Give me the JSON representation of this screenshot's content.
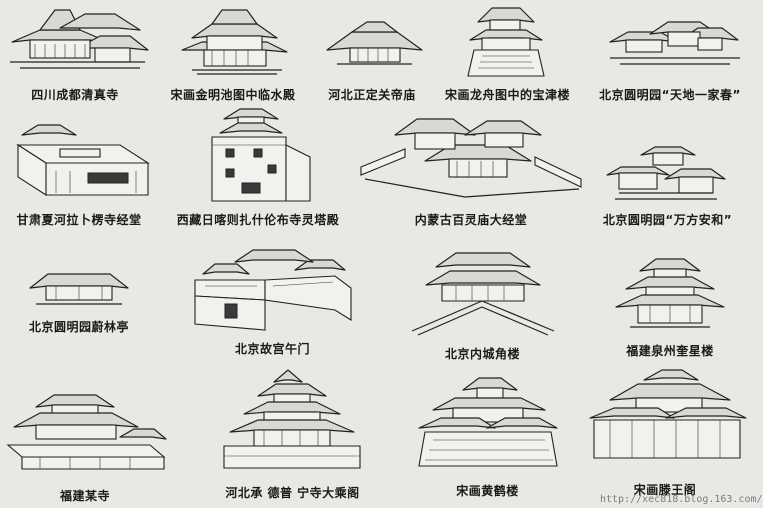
{
  "figures": [
    {
      "key": "sichuan_mosque",
      "label": "四川成都清真寺",
      "icon": "pavilion-cluster-icon"
    },
    {
      "key": "song_linshui",
      "label": "宋画金明池图中临水殿",
      "icon": "waterside-hall-icon"
    },
    {
      "key": "hebei_guandi",
      "label": "河北正定关帝庙",
      "icon": "temple-hall-icon"
    },
    {
      "key": "song_baojin",
      "label": "宋画龙舟图中的宝津楼",
      "icon": "tower-gate-icon"
    },
    {
      "key": "yuanmingyuan_tiandi",
      "label": "北京圆明园“天地一家春”",
      "icon": "courtyard-complex-icon"
    },
    {
      "key": "gansu_labrang",
      "label": "甘肃夏河拉卜楞寺经堂",
      "icon": "sutra-hall-icon"
    },
    {
      "key": "tibet_tashilhunpo",
      "label": "西藏日喀则扎什伦布寺灵塔殿",
      "icon": "stupa-hall-icon"
    },
    {
      "key": "inner_mongolia_wudangzhao",
      "label": "内蒙古百灵庙大经堂",
      "icon": "grand-hall-icon"
    },
    {
      "key": "yuanmingyuan_wanfang",
      "label": "北京圆明园“万方安和”",
      "icon": "swastika-pavilion-icon"
    },
    {
      "key": "yuanmingyuan_weilin",
      "label": "北京圆明园蔚林亭",
      "icon": "small-pavilion-icon"
    },
    {
      "key": "beijing_wumen",
      "label": "北京故宫午门",
      "icon": "meridian-gate-icon"
    },
    {
      "key": "beijing_jiaolou",
      "label": "北京内城角楼",
      "icon": "corner-tower-icon"
    },
    {
      "key": "fujian_kuixing",
      "label": "福建泉州奎星楼",
      "icon": "multi-tier-tower-icon"
    },
    {
      "key": "fujian_temple",
      "label": "福建某寺",
      "icon": "temple-complex-icon"
    },
    {
      "key": "hebei_chengde",
      "label": "河北承 德普 宁寺大乘阁",
      "icon": "great-pavilion-icon"
    },
    {
      "key": "song_huanghe",
      "label": "宋画黄鹤楼",
      "icon": "yellow-crane-tower-icon"
    },
    {
      "key": "song_tengwang",
      "label": "宋画滕王阁",
      "icon": "tengwang-pavilion-icon"
    }
  ],
  "watermark": {
    "text": "http://xec818.blog.163.com/"
  }
}
